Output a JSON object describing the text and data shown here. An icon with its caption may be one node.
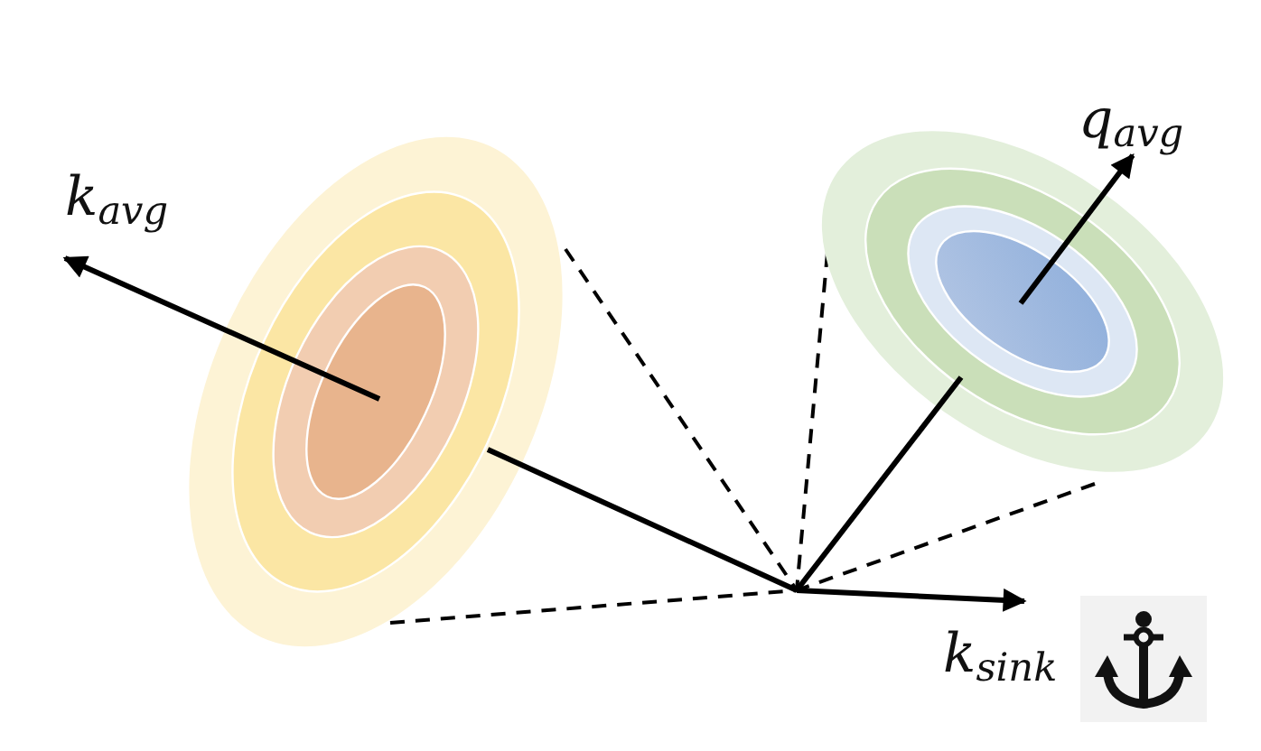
{
  "diagram": {
    "labels": [
      "k$_{avg}$",
      "q$_{avg}$",
      "k$_{sink}$"
    ]
  }
}
